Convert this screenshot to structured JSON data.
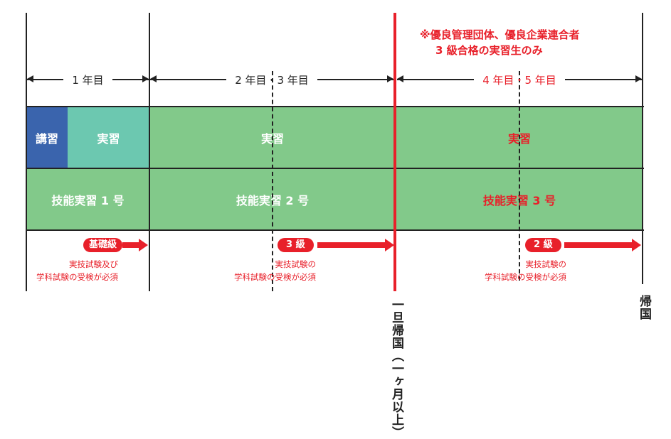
{
  "periods": {
    "year1": "1 年目",
    "year23": "2 年目・3 年目",
    "year45": "4 年目・5 年目"
  },
  "notice": {
    "line1": "※優良管理団体、優良企業連合者",
    "line2": "3 級合格の実習生のみ"
  },
  "row1": {
    "lecture": "講習",
    "practice1": "実習",
    "practice2": "実習",
    "practice3": "実習"
  },
  "row2": {
    "stage1": "技能実習 1 号",
    "stage2": "技能実習 2 号",
    "stage3": "技能実習 3 号"
  },
  "exams": [
    {
      "grade": "基礎級",
      "note1": "実技試験及び",
      "note2": "学科試験の受検が必須"
    },
    {
      "grade": "3 級",
      "note1": "実技試験の",
      "note2": "学科試験の受検が必須"
    },
    {
      "grade": "2 級",
      "note1": "実技試験の",
      "note2": "学科試験の受検が必須"
    }
  ],
  "return_temp": "一旦帰国（一ヶ月以上）",
  "return_final": "帰国",
  "colors": {
    "blue": "#3a64ad",
    "teal": "#6cc8b0",
    "green": "#82c98a",
    "red": "#e8202a"
  }
}
